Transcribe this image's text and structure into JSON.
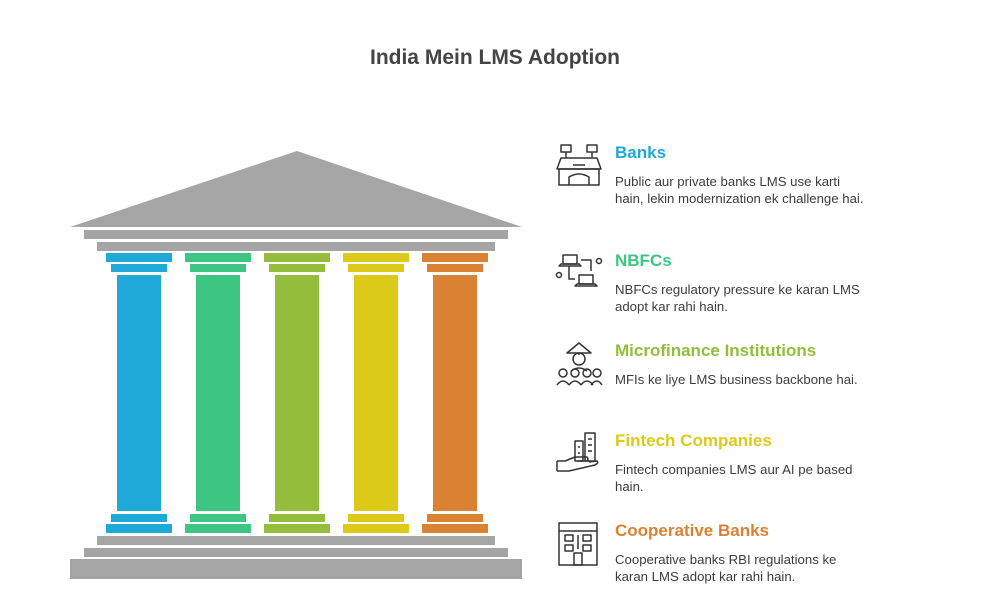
{
  "title": "India Mein LMS Adoption",
  "colors": {
    "roof": "#a5a5a5",
    "base": "#a5a5a5",
    "banks": "#1fa9d8",
    "nbfcs": "#3cc682",
    "microfinance": "#93bd3a",
    "fintech": "#ddca18",
    "cooperative": "#db8232"
  },
  "items": [
    {
      "heading": "Banks",
      "description": "Public aur private banks LMS use karti hain, lekin modernization ek challenge hai.",
      "icon": "bank-building-icon",
      "color": "#1fa9d8"
    },
    {
      "heading": "NBFCs",
      "description": "NBFCs regulatory pressure ke karan LMS adopt kar rahi hain.",
      "icon": "laptop-network-icon",
      "color": "#3cc682"
    },
    {
      "heading": "Microfinance Institutions",
      "description": "MFIs ke liye LMS business backbone hai.",
      "icon": "community-group-icon",
      "color": "#93bd3a"
    },
    {
      "heading": "Fintech Companies",
      "description": "Fintech companies LMS aur AI pe based hain.",
      "icon": "hand-city-icon",
      "color": "#ddca18"
    },
    {
      "heading": "Cooperative Banks",
      "description": "Cooperative banks RBI regulations ke karan LMS adopt kar rahi hain.",
      "icon": "cooperative-building-icon",
      "color": "#db8232"
    }
  ]
}
